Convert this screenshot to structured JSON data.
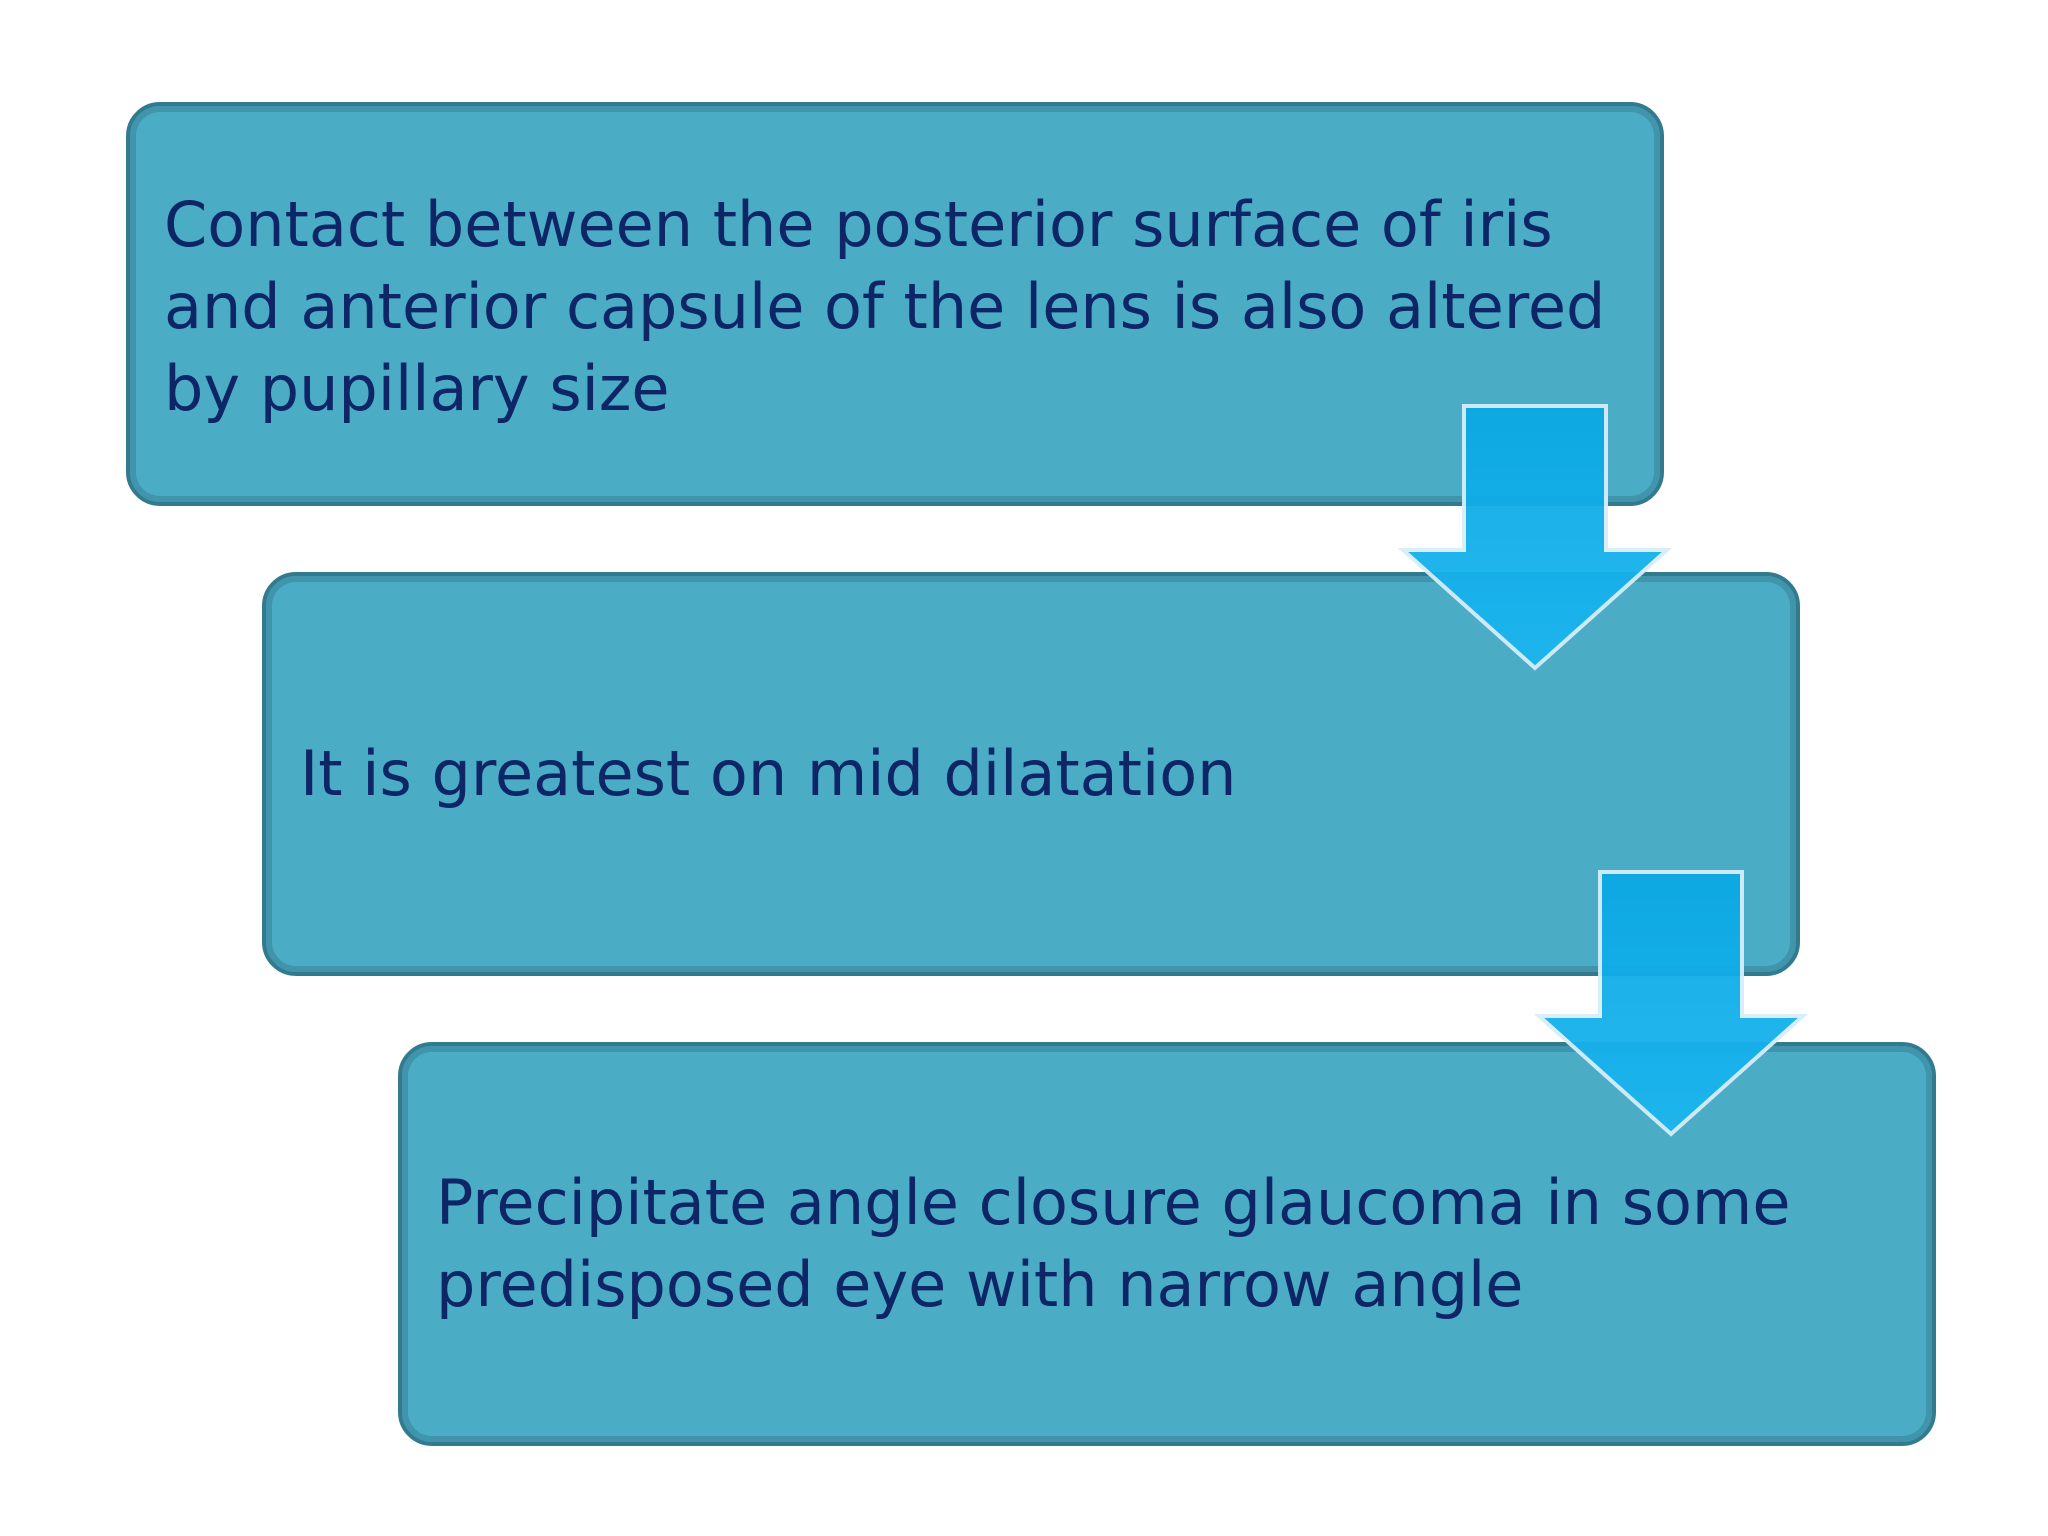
{
  "steps": [
    {
      "text": "Contact between the posterior surface of iris\nand anterior capsule of the lens is also altered\nby pupillary size"
    },
    {
      "text": "It is greatest on mid dilatation"
    },
    {
      "text": "Precipitate angle closure glaucoma in some\npredisposed eye with narrow angle"
    }
  ],
  "colors": {
    "box_fill": "#4bacc6",
    "box_border": "#327b8f",
    "text": "#0e2566",
    "arrow_fill": "#1bb3ef",
    "arrow_outline": "#d6eefb"
  },
  "icons": [
    "arrow-down-icon",
    "arrow-down-icon"
  ]
}
